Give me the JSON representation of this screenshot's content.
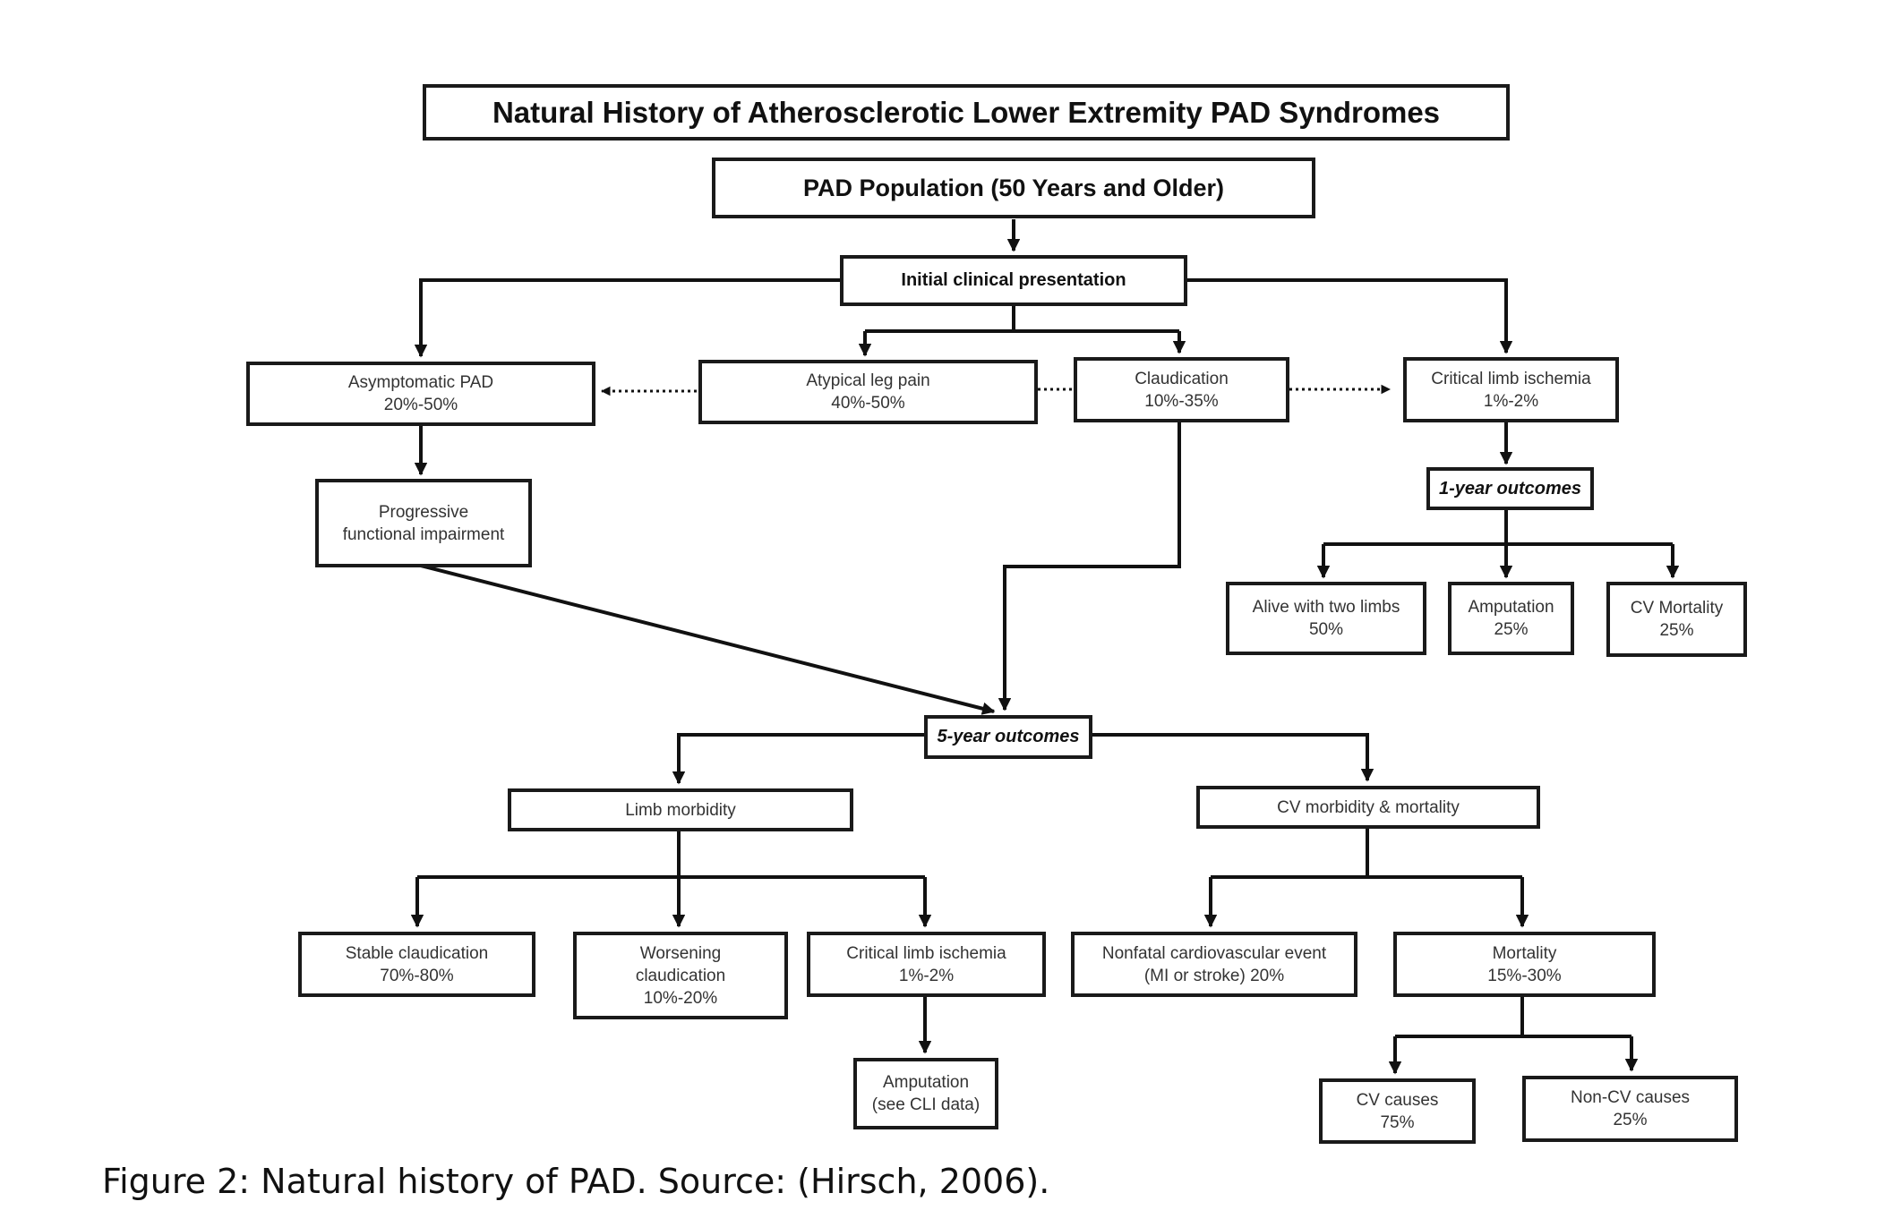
{
  "diagram": {
    "title": "Natural History of Atherosclerotic Lower Extremity PAD Syndromes",
    "population": "PAD Population (50 Years and Older)",
    "initial": "Initial clinical presentation",
    "asymptomatic": {
      "name": "Asymptomatic PAD",
      "pct": "20%-50%"
    },
    "atypical": {
      "name": "Atypical leg pain",
      "pct": "40%-50%"
    },
    "claudication": {
      "name": "Claudication",
      "pct": "10%-35%"
    },
    "cli_top": {
      "name": "Critical limb ischemia",
      "pct": "1%-2%"
    },
    "progressive": {
      "line1": "Progressive",
      "line2": "functional impairment"
    },
    "one_year": "1-year outcomes",
    "alive": {
      "name": "Alive with two limbs",
      "pct": "50%"
    },
    "amputation_1y": {
      "name": "Amputation",
      "pct": "25%"
    },
    "cv_mortality": {
      "name": "CV Mortality",
      "pct": "25%"
    },
    "five_year": "5-year outcomes",
    "limb_morbidity": "Limb morbidity",
    "cv_morbidity": "CV morbidity & mortality",
    "stable": {
      "name": "Stable claudication",
      "pct": "70%-80%"
    },
    "worsening": {
      "line1": "Worsening",
      "line2": "claudication",
      "pct": "10%-20%"
    },
    "cli_bottom": {
      "name": "Critical limb ischemia",
      "pct": "1%-2%"
    },
    "nonfatal": {
      "line1": "Nonfatal cardiovascular event",
      "line2": "(MI or stroke) 20%"
    },
    "mortality": {
      "name": "Mortality",
      "pct": "15%-30%"
    },
    "amputation_cli": {
      "line1": "Amputation",
      "line2": "(see CLI data)"
    },
    "cv_causes": {
      "name": "CV causes",
      "pct": "75%"
    },
    "noncv_causes": {
      "name": "Non-CV causes",
      "pct": "25%"
    }
  },
  "caption": "Figure 2: Natural history of PAD. Source: (Hirsch, 2006)."
}
